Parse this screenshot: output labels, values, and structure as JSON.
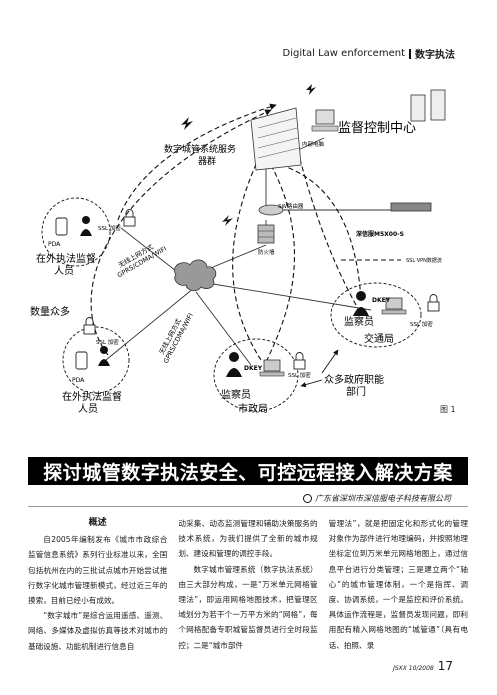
{
  "header": {
    "english": "Digital Law enforcement",
    "chinese": "数字执法"
  },
  "diagram": {
    "center_title": "监督控制中心",
    "server_group": "数字城管系统服务\n器群",
    "internal_pc": "内部电脑",
    "sw_router": "SW路由器",
    "firewall": "防火墙",
    "gateway": "深信服M5X00-S",
    "vpn_legend": "SSL VPN数据流",
    "ssl": "SSL 加密",
    "pda": "PDA",
    "field_top": "在外执法监督\n人员",
    "field_bottom": "在外执法监督\n人员",
    "many": "数量众多",
    "wireless": "无线上网方式\nGPRS/CDMA/WIFI",
    "dkey": "DKEY",
    "supervisor": "监察员",
    "transport": "交通局",
    "city_bureau": "市政局",
    "gov_depts": "众多政府职能\n部门",
    "fig_label": "图 1"
  },
  "article": {
    "title": "探讨城管数字执法安全、可控远程接入解决方案",
    "author": "广东省深圳市深信服电子科技有限公司",
    "overview_heading": "概述",
    "col1_paragraphs": [
      "自2005年编制发布《城市市政综合监管信息系统》系列行业标准以来，全国包括杭州在内的三批试点城市开始尝试推行数字化城市管理新模式，经过近三年的摸索，目前已经小有成效。",
      "“数字城市”是综合运用遥感、遥测、网络、多媒体及虚拟仿真等技术对城市的基础设施、功能机制进行信息自"
    ],
    "col2_paragraphs": [
      "动采集、动态监测管理和辅助决策服务的技术系统，为我们提供了全新的城市规划、建设和管理的调控手段。",
      "数字城市管理系统（数字执法系统）由三大部分构成，一是“万米单元网格管理法”，即运用网格地图技术，把管理区域划分为若干个一万平方米的“网格”，每个网格配备专职城管监督员进行全时段监控；二是“城市部件"
    ],
    "col3_paragraphs": [
      "管理法”，就是把固定化和形式化的管理对象作为部件进行地理编码，并按照地理坐标定位到万米单元网格地图上，通过信息平台进行分类管理；三是建立两个“轴心”的城市管理体制，一个是指挥、调度、协调系统，一个是监控和评价系统。具体运作流程是，监督员发现问题，即利用配有精入网格地图的“城管通”（具有电话、拍照、录"
    ]
  },
  "footer": {
    "issue": "JSXX 10/2008",
    "page": "17"
  }
}
